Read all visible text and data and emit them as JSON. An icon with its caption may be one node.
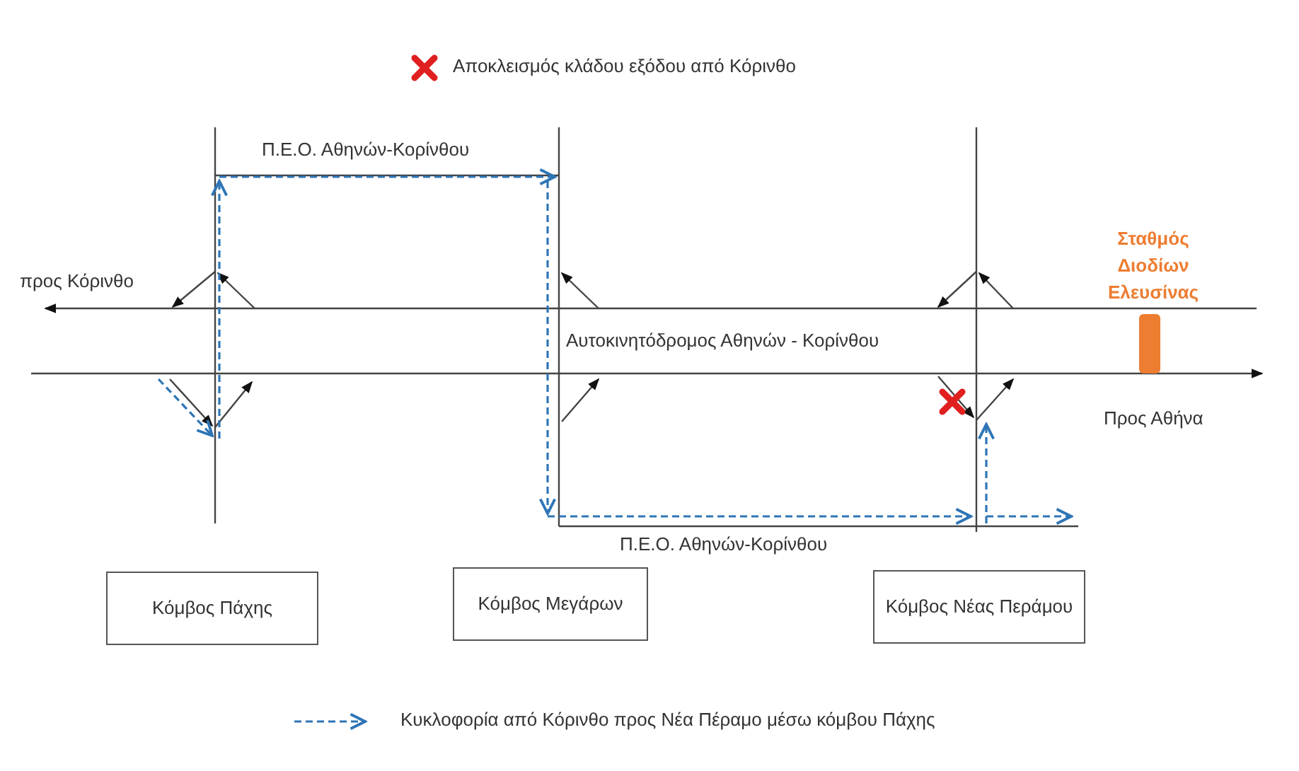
{
  "diagram": {
    "nodes": [
      {
        "text": [
          "Κόμβος Πάχης"
        ]
      },
      {
        "text": [
          "Κόμβος Μεγάρων"
        ]
      },
      {
        "text": [
          "Κόμβος Νέας Περάμου"
        ]
      }
    ],
    "labels": [
      "Π.Ε.Ο. Αθηνών-Κορίνθου",
      "προς Κόρινθο",
      "Σταθμός Διοδίων Ελευσίνας",
      "Αυτοκινητόδρομος Αθηνών - Κορίνθου",
      "Προς Αθήνα",
      "Π.Ε.Ο. Αθηνών-Κορίνθου"
    ],
    "legend": [
      {
        "text": "Αποκλεισμός κλάδου εξόδου από Κόρινθο"
      },
      {
        "text": "Κυκλοφορία από Κόρινθο προς Νέα Πέραμο μέσω κόμβου Πάχης"
      }
    ]
  }
}
